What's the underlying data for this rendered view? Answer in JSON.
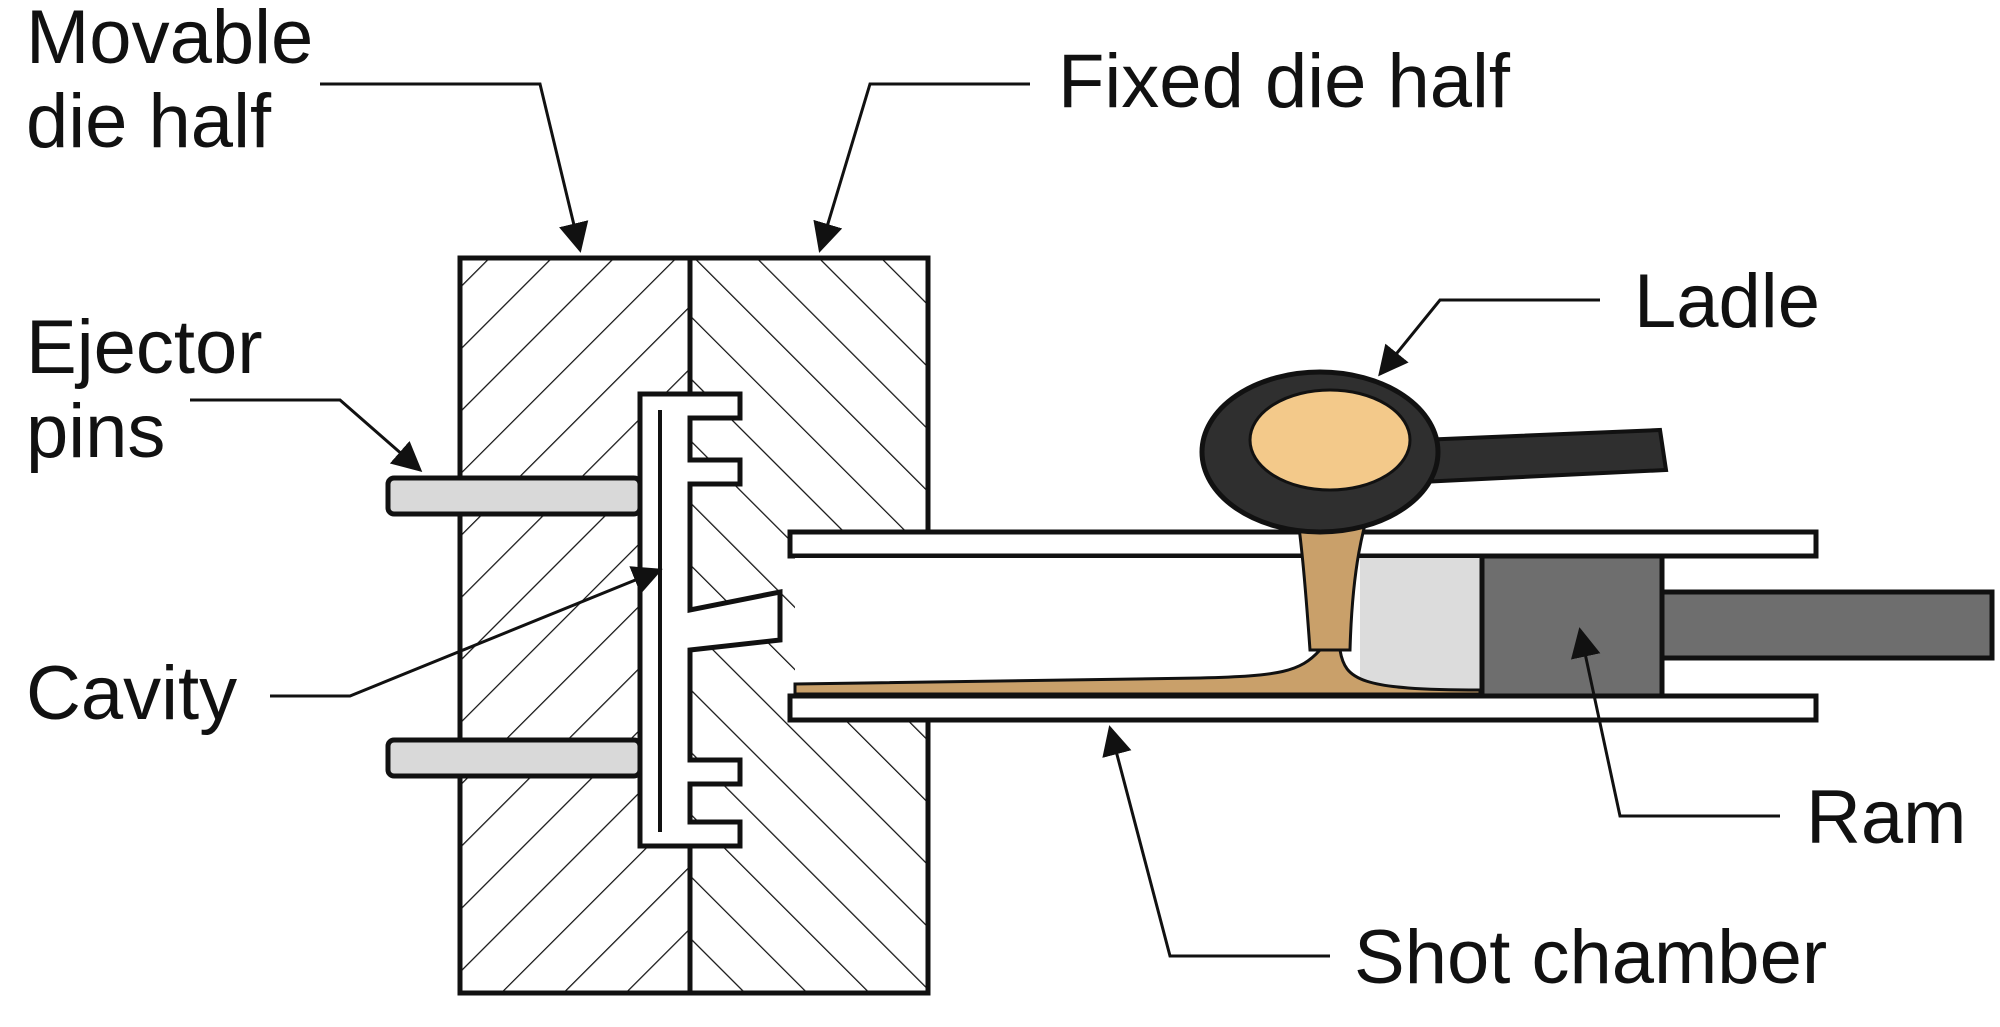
{
  "labels": {
    "movable_die_half": [
      "Movable",
      "die half"
    ],
    "fixed_die_half": "Fixed die half",
    "ejector_pins": [
      "Ejector",
      "pins"
    ],
    "cavity": "Cavity",
    "ladle": "Ladle",
    "ram": "Ram",
    "shot_chamber": "Shot chamber"
  },
  "colors": {
    "outline": "#111111",
    "molten_metal": "#c9a06a",
    "ladle_metal_surface": "#f3c98a",
    "ladle_body": "#2f2f2f",
    "ram": "#6e6e6e",
    "pin_fill": "#d9d9d9",
    "chamber_inner": "#dcdcdc",
    "background": "#ffffff"
  }
}
